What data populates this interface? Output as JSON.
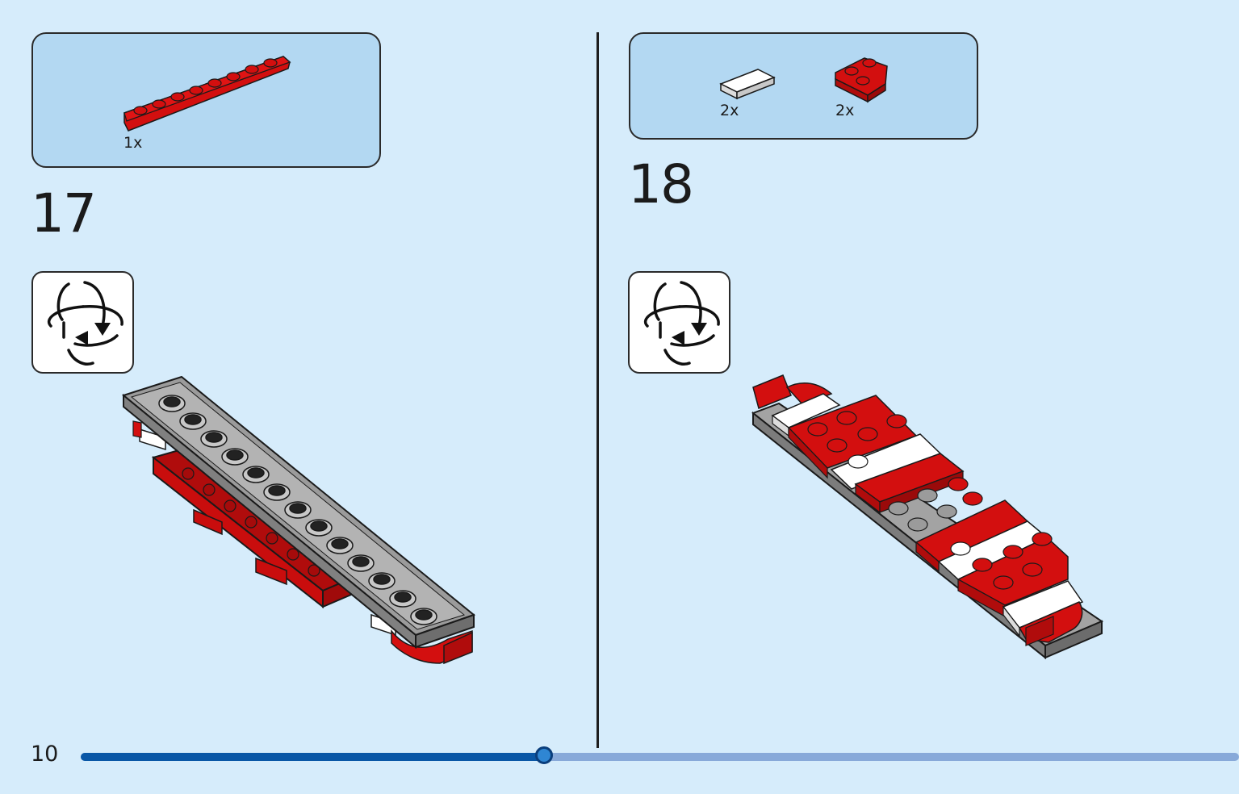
{
  "page": {
    "number": "10",
    "progress": 0.4
  },
  "steps": [
    {
      "number": "17",
      "parts": [
        {
          "quantity": "1x",
          "part": "red plate 1x8",
          "color": "#d30f0f"
        }
      ],
      "rotate_icon": "rotate-model-icon"
    },
    {
      "number": "18",
      "parts": [
        {
          "quantity": "2x",
          "part": "white tile 1x2",
          "color": "#f4f4f4"
        },
        {
          "quantity": "2x",
          "part": "red wedge plate 2x2",
          "color": "#d30f0f"
        }
      ],
      "rotate_icon": "rotate-model-icon"
    }
  ],
  "colors": {
    "background": "#d6ecfb",
    "parts_box": "#b3d8f2",
    "brick_red": "#d30f0f",
    "brick_grey": "#a3a3a3",
    "progress_done": "#0957a6",
    "progress_remaining": "#88a9d9"
  }
}
